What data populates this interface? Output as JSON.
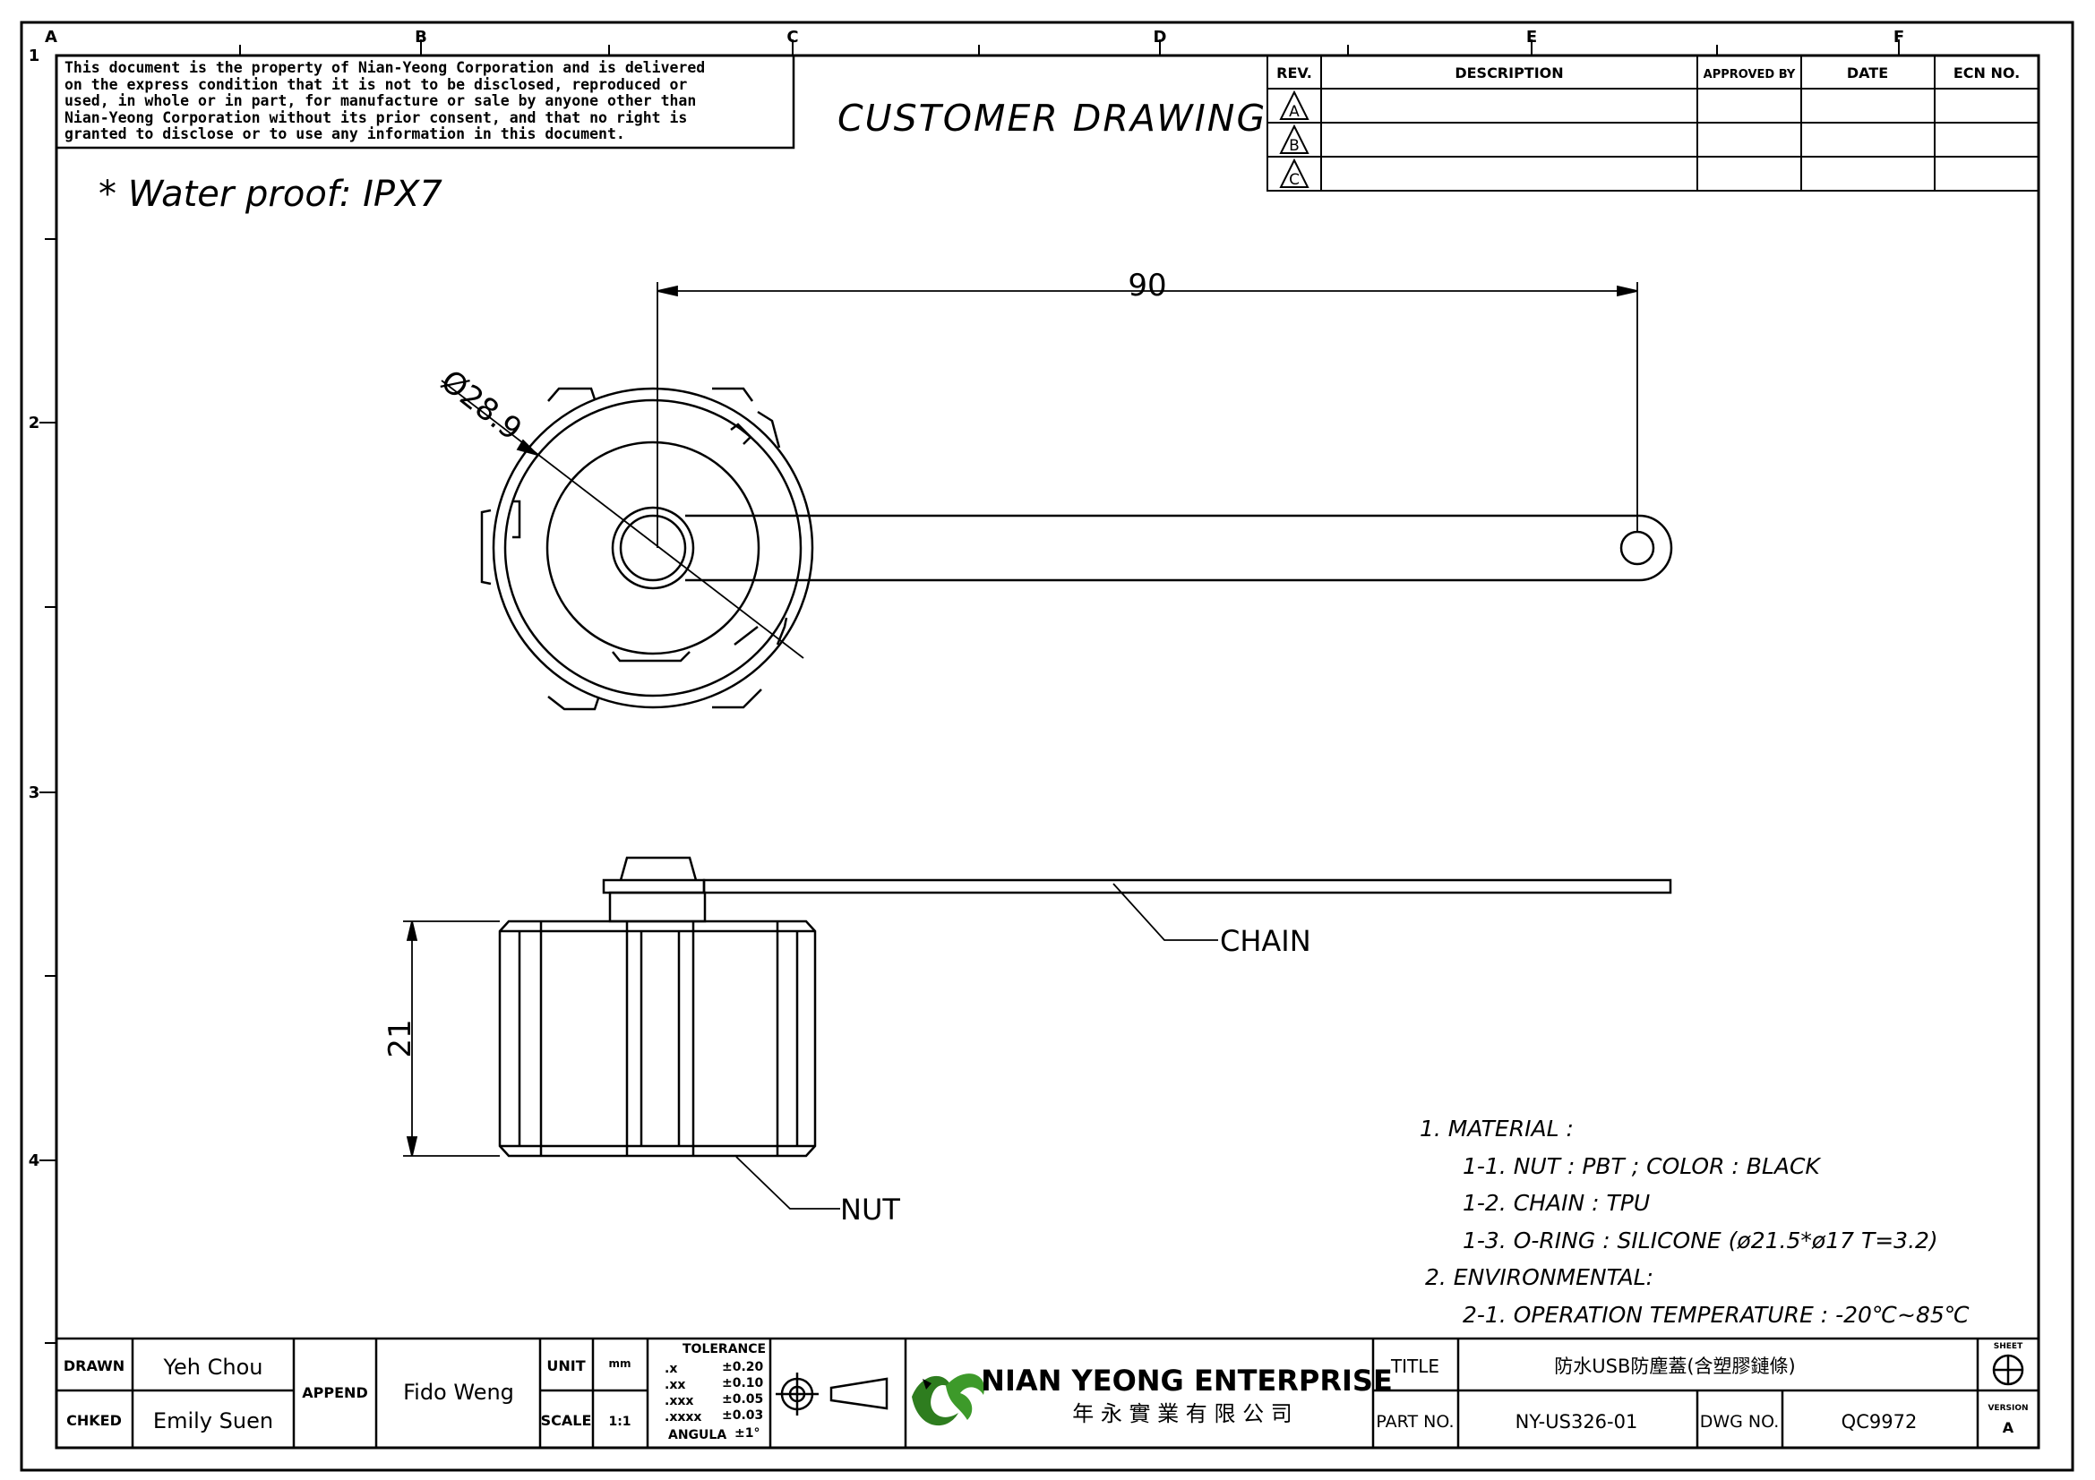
{
  "disclaimer": [
    "This document is the property of Nian-Yeong Corporation and is delivered",
    "on  the  express condition that it is not to be disclosed, reproduced or",
    "used, in whole or in part, for manufacture or sale by anyone other than",
    "Nian-Yeong Corporation without  its prior consent, and that  no right  is",
    "granted to disclose or to use any information in this  document."
  ],
  "drawing_title": "CUSTOMER  DRAWING",
  "waterproof": "*  Water  proof:  IPX7",
  "grid": {
    "columns": [
      "A",
      "B",
      "C",
      "D",
      "E",
      "F"
    ],
    "rows": [
      "1",
      "2",
      "3",
      "4"
    ]
  },
  "revision_table": {
    "headers": [
      "REV.",
      "DESCRIPTION",
      "APPROVED BY",
      "DATE",
      "ECN NO."
    ],
    "revs": [
      "A",
      "B",
      "C"
    ]
  },
  "dimensions": {
    "length": "90",
    "diameter": "Ø28.9",
    "height": "21"
  },
  "callouts": {
    "chain": "CHAIN",
    "nut": "NUT"
  },
  "notes": [
    "1.  MATERIAL  :",
    "1-1.  NUT  :  PBT  ;  COLOR  :  BLACK",
    "1-2.  CHAIN  :  TPU",
    "1-3.  O-RING  :  SILICONE  (ø21.5*ø17  T=3.2)",
    "2.  ENVIRONMENTAL:",
    "2-1.  OPERATION  TEMPERATURE  :  -20℃~85℃"
  ],
  "title_block": {
    "drawn_label": "DRAWN",
    "drawn_value": "Yeh Chou",
    "checked_label": "CHKED",
    "checked_value": "Emily Suen",
    "append_label": "APPEND",
    "append_value": "Fido Weng",
    "unit_label": "UNIT",
    "unit_value": "mm",
    "scale_label": "SCALE",
    "scale_value": "1:1",
    "tolerance_label": "TOLERANCE",
    "tolerances": [
      [
        ".x",
        "±0.20"
      ],
      [
        ".xx",
        "±0.10"
      ],
      [
        ".xxx",
        "±0.05"
      ],
      [
        ".xxxx",
        "±0.03"
      ],
      [
        "ANGULA",
        "±1°"
      ]
    ],
    "company_en": "NIAN YEONG ENTERPRISE",
    "company_zh": "年 永 實 業 有 限 公 司",
    "title_label": "TITLE",
    "title_value": "防水USB防塵蓋(含塑膠鏈條)",
    "part_label": "PART NO.",
    "part_value": "NY-US326-01",
    "dwg_label": "DWG NO.",
    "dwg_value": "QC9972",
    "sheet_label": "SHEET",
    "version_label": "VERSION",
    "version_value": "A"
  }
}
